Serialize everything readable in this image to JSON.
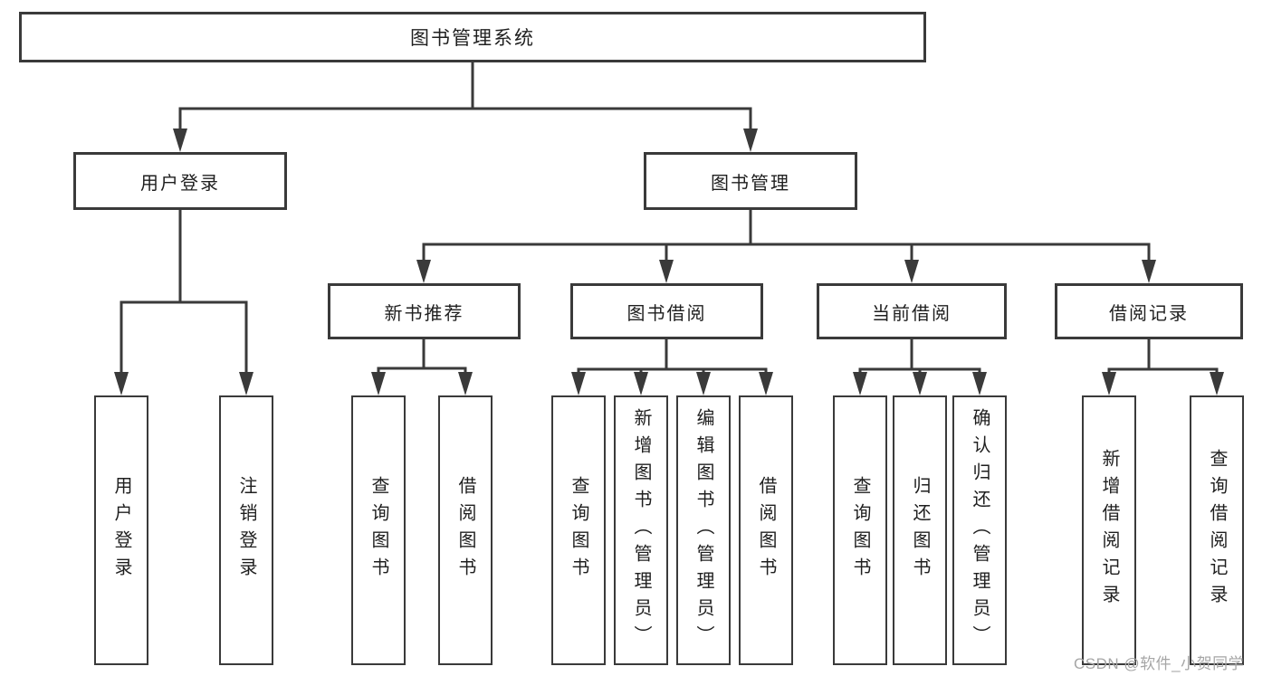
{
  "root": {
    "label": "图书管理系统"
  },
  "branches": [
    {
      "label": "用户登录",
      "children": [
        {
          "label": "用户登录"
        },
        {
          "label": "注销登录"
        }
      ]
    },
    {
      "label": "图书管理",
      "children": [
        {
          "label": "新书推荐",
          "children": [
            {
              "label": "查询图书"
            },
            {
              "label": "借阅图书"
            }
          ]
        },
        {
          "label": "图书借阅",
          "children": [
            {
              "label": "查询图书"
            },
            {
              "label": "新增图书（管理员）"
            },
            {
              "label": "编辑图书（管理员）"
            },
            {
              "label": "借阅图书"
            }
          ]
        },
        {
          "label": "当前借阅",
          "children": [
            {
              "label": "查询图书"
            },
            {
              "label": "归还图书"
            },
            {
              "label": "确认归还（管理员）"
            }
          ]
        },
        {
          "label": "借阅记录",
          "children": [
            {
              "label": "新增借阅记录"
            },
            {
              "label": "查询借阅记录"
            }
          ]
        }
      ]
    }
  ],
  "watermark": "CSDN @软件_小贺同学",
  "colors": {
    "line": "#3a3a3a",
    "text": "#1f1f1f",
    "watermark": "#a6a6a6",
    "background": "#ffffff"
  }
}
